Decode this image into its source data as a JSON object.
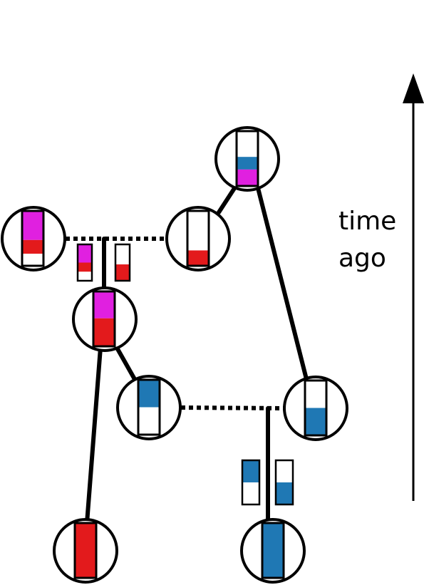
{
  "axis": {
    "label_line1": "time",
    "label_line2": "ago"
  },
  "colors": {
    "magenta": "#e020e0",
    "red": "#e31a1c",
    "blue": "#1f78b4",
    "stroke": "#000000"
  },
  "nodes": [
    {
      "id": "top-root",
      "fills": [
        {
          "color": "blue",
          "from": 0.47,
          "to": 0.7
        },
        {
          "color": "magenta",
          "from": 0.7,
          "to": 1.0
        }
      ]
    },
    {
      "id": "mid-left-parent",
      "fills": [
        {
          "color": "magenta",
          "from": 0.0,
          "to": 0.53
        },
        {
          "color": "red",
          "from": 0.53,
          "to": 0.78
        }
      ]
    },
    {
      "id": "mid-right-parent",
      "fills": [
        {
          "color": "red",
          "from": 0.72,
          "to": 1.0
        }
      ]
    },
    {
      "id": "merge-node",
      "fills": [
        {
          "color": "magenta",
          "from": 0.0,
          "to": 0.49
        },
        {
          "color": "red",
          "from": 0.49,
          "to": 1.0
        }
      ]
    },
    {
      "id": "lower-blue-left",
      "fills": [
        {
          "color": "blue",
          "from": 0.0,
          "to": 0.5
        }
      ]
    },
    {
      "id": "lower-blue-right",
      "fills": [
        {
          "color": "blue",
          "from": 0.5,
          "to": 1.0
        }
      ]
    },
    {
      "id": "leaf-red",
      "fills": [
        {
          "color": "red",
          "from": 0.0,
          "to": 1.0
        }
      ]
    },
    {
      "id": "leaf-blue",
      "fills": [
        {
          "color": "blue",
          "from": 0.0,
          "to": 1.0
        }
      ]
    }
  ],
  "contribution_bars": [
    {
      "id": "upper-left-bar",
      "fills": [
        {
          "color": "magenta",
          "from": 0.0,
          "to": 0.5
        },
        {
          "color": "red",
          "from": 0.5,
          "to": 0.75
        }
      ]
    },
    {
      "id": "upper-right-bar",
      "fills": [
        {
          "color": "red",
          "from": 0.55,
          "to": 1.0
        }
      ]
    },
    {
      "id": "lower-left-bar",
      "fills": [
        {
          "color": "blue",
          "from": 0.0,
          "to": 0.5
        }
      ]
    },
    {
      "id": "lower-right-bar",
      "fills": [
        {
          "color": "blue",
          "from": 0.5,
          "to": 1.0
        }
      ]
    }
  ]
}
